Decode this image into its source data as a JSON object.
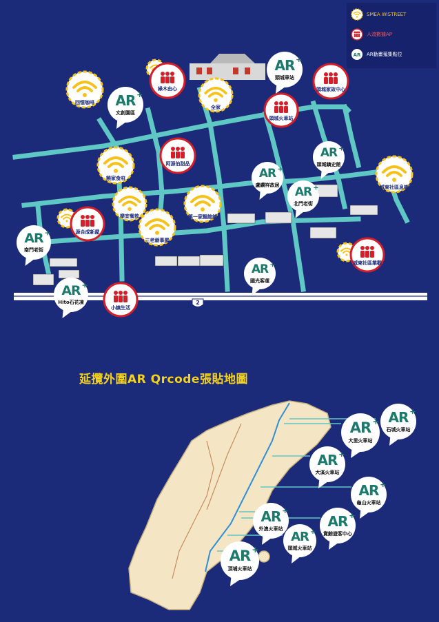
{
  "legend": {
    "wifi": "SMEA WiSTREET",
    "crowd": "人流數據AP",
    "ar": "AR動畫蒐集點位"
  },
  "colors": {
    "background": "#1c2a7a",
    "road": "#5fc7c4",
    "wifi": "#f4c21b",
    "crowd": "#d41f2a",
    "ar": "#1c7a6c",
    "title": "#f4d21b"
  },
  "wifi_points": [
    {
      "id": "w1",
      "label": "回憶咖啡"
    },
    {
      "id": "w2",
      "label": ""
    },
    {
      "id": "w3",
      "label": "全家"
    },
    {
      "id": "w4",
      "label": "饒家食府"
    },
    {
      "id": "w5",
      "label": ""
    },
    {
      "id": "w6",
      "label": "樂宜餐飲"
    },
    {
      "id": "w7",
      "label": "三老爺事屋"
    },
    {
      "id": "w8",
      "label": "第一家麵館鋪"
    },
    {
      "id": "w9",
      "label": "城東社區息樹"
    },
    {
      "id": "w10",
      "label": ""
    }
  ],
  "crowd_points": [
    {
      "id": "c1",
      "label": "綠木由心"
    },
    {
      "id": "c2",
      "label": "頭城家故中心"
    },
    {
      "id": "c3",
      "label": "頭城火車站"
    },
    {
      "id": "c4",
      "label": "阿源伯甜品"
    },
    {
      "id": "c5",
      "label": "源合成新屋"
    },
    {
      "id": "c6",
      "label": "小鎮生活"
    },
    {
      "id": "c7",
      "label": "城東社區業觀"
    }
  ],
  "ar_points": [
    {
      "id": "a1",
      "title": "AR",
      "label": "文創園區"
    },
    {
      "id": "a2",
      "title": "AR",
      "label": "頭城車站"
    },
    {
      "id": "a3",
      "title": "AR",
      "label": "頭城鎮史館"
    },
    {
      "id": "a4",
      "title": "AR",
      "label": "盧纘祥故居"
    },
    {
      "id": "a5",
      "title": "AR",
      "label": "北門老街"
    },
    {
      "id": "a6",
      "title": "AR",
      "label": "南門老街"
    },
    {
      "id": "a7",
      "title": "AR",
      "label": "Hito石花凍"
    },
    {
      "id": "a8",
      "title": "AR",
      "label": "國光客運"
    }
  ],
  "highway": "2",
  "section_title": "延攬外圍AR Qrcode張貼地圖",
  "stations": [
    {
      "id": "s1",
      "title": "AR",
      "label": "石城火車站"
    },
    {
      "id": "s2",
      "title": "AR",
      "label": "大里火車站"
    },
    {
      "id": "s3",
      "title": "AR",
      "label": "大溪火車站"
    },
    {
      "id": "s4",
      "title": "AR",
      "label": "龜山火車站"
    },
    {
      "id": "s5",
      "title": "AR",
      "label": "外澳火車站"
    },
    {
      "id": "s6",
      "title": "AR",
      "label": "賞鯨遊客中心"
    },
    {
      "id": "s7",
      "title": "AR",
      "label": "頭城火車站"
    },
    {
      "id": "s8",
      "title": "AR",
      "label": "頂埔火車站"
    }
  ]
}
